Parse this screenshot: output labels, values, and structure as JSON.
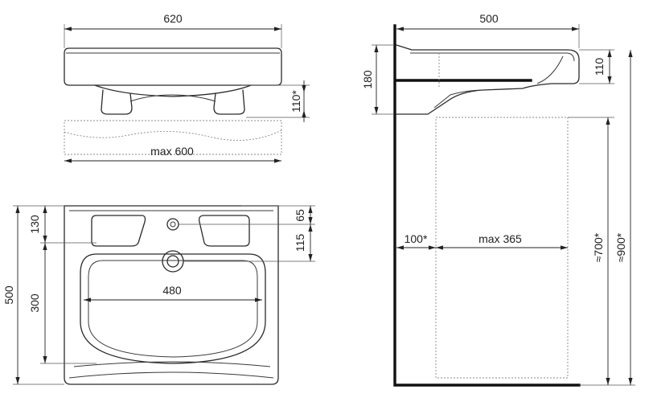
{
  "views": {
    "front": {
      "width_label": "620",
      "wall_gap_label": "110*",
      "max_width_label": "max 600"
    },
    "top": {
      "depth_label": "500",
      "back_label": "130",
      "bowl_depth_label": "300",
      "tap_label": "65",
      "drain_label": "115",
      "bowl_width_label": "480"
    },
    "side": {
      "depth_label": "500",
      "rim_label": "110",
      "bracket_label": "180",
      "wall_offset_label": "100*",
      "space_label": "max 365",
      "pedestal_height_label": "≈700*",
      "floor_height_label": "≈900*"
    }
  }
}
